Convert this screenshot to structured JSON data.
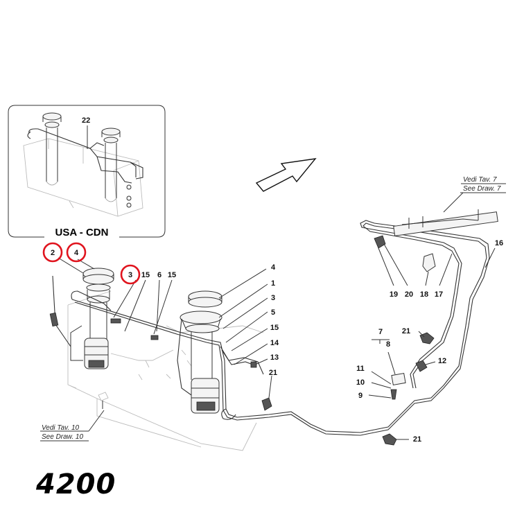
{
  "model_badge": "4200",
  "inset": {
    "title": "USA - CDN",
    "callout": "22"
  },
  "references": {
    "upper_right": {
      "line1": "Vedi Tav. 7",
      "line2": "See Draw. 7"
    },
    "lower_left": {
      "line1": "Vedi Tav. 10",
      "line2": "See Draw. 10"
    }
  },
  "callouts": {
    "left_pump": [
      "2",
      "4",
      "3",
      "15",
      "6",
      "15"
    ],
    "right_pump": [
      "4",
      "1",
      "3",
      "5",
      "15",
      "14",
      "13",
      "21"
    ],
    "upper_lines": [
      "16",
      "19",
      "20",
      "18",
      "17"
    ],
    "filter_group": [
      "7",
      "8",
      "11",
      "10",
      "9",
      "21",
      "12"
    ],
    "bottom_bracket": "21"
  },
  "highlighted_callouts": [
    "2",
    "4",
    "3"
  ],
  "highlight_color": "#e0141e",
  "direction_arrow": "arrow-right-up-icon"
}
